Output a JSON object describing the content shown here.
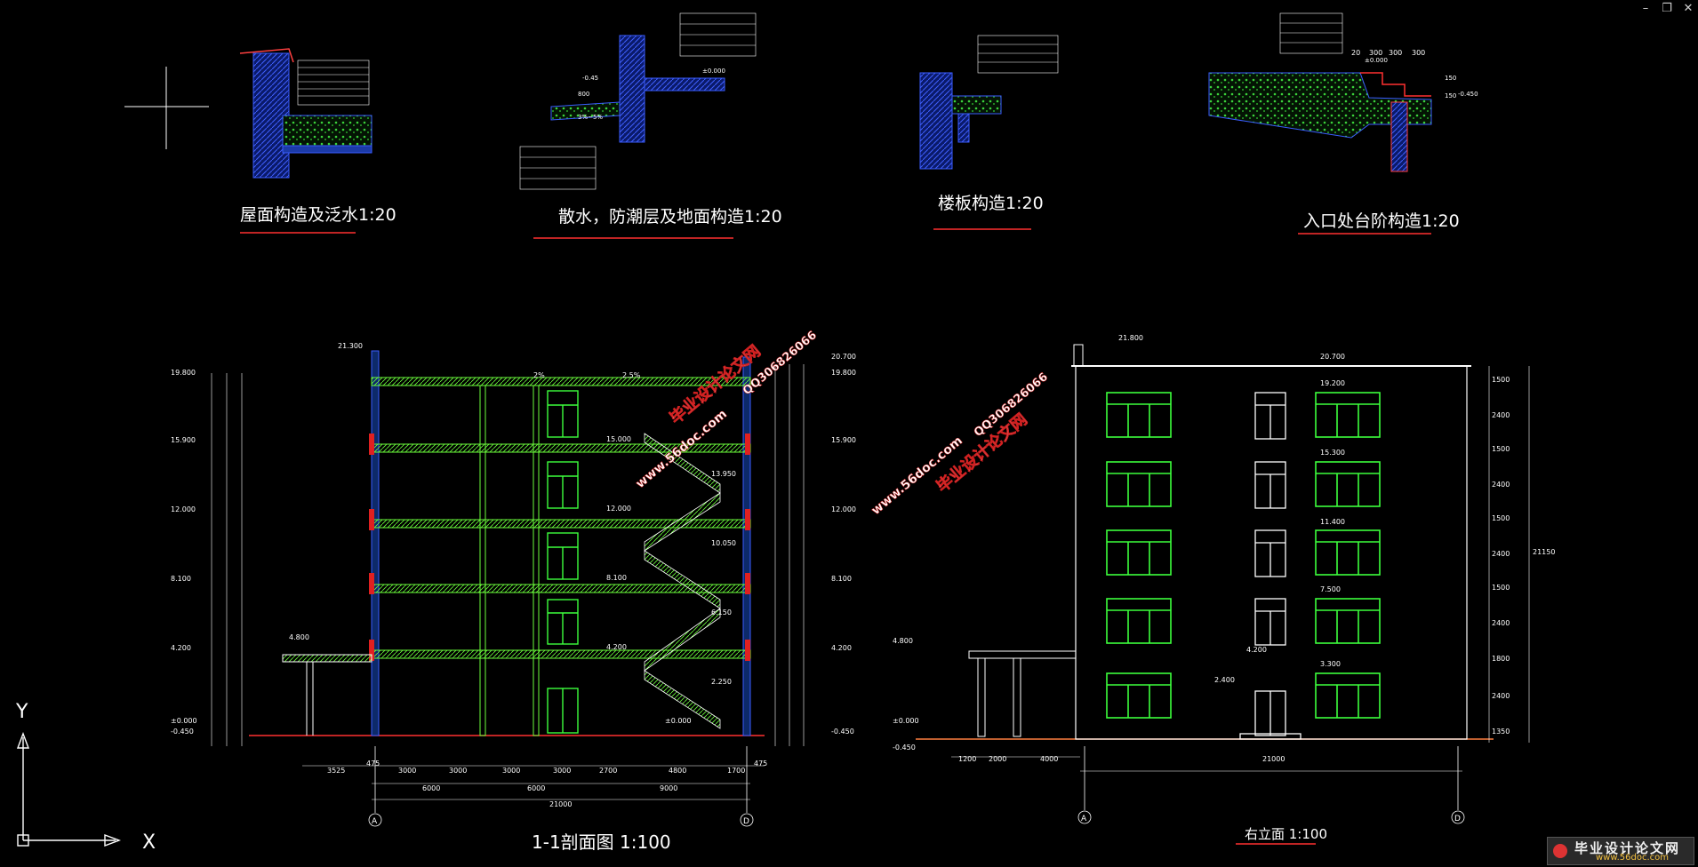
{
  "window": {
    "controls": [
      "–",
      "❐",
      "✕"
    ]
  },
  "details": {
    "roof": {
      "title": "屋面构造及泛水1:20"
    },
    "apron": {
      "title": "散水，防潮层及地面构造1:20",
      "labels": [
        "±0.000",
        "-0.45",
        "800",
        "3%~5%"
      ]
    },
    "floor": {
      "title": "楼板构造1:20"
    },
    "entrance": {
      "title": "入口处台阶构造1:20",
      "labels": [
        "±0.000",
        "-0.450",
        "20",
        "300",
        "300",
        "300",
        "150",
        "150"
      ]
    }
  },
  "section": {
    "title": "1-1剖面图  1:100",
    "left_levels": [
      "19.800",
      "15.900",
      "12.000",
      "8.100",
      "4.200",
      "±0.000",
      "-0.450"
    ],
    "right_levels": [
      "20.700",
      "19.800",
      "15.900",
      "12.000",
      "8.100",
      "4.200",
      "-0.450"
    ],
    "top_level": "21.300",
    "canopy_level": "4.800",
    "stair_levels": [
      "15.000",
      "13.950",
      "12.000",
      "10.050",
      "8.100",
      "6.150",
      "4.200",
      "2.250",
      "±0.000"
    ],
    "roof_slopes": [
      "2%",
      "2.5%"
    ],
    "bottom_dims_1": [
      "3525",
      "475",
      "3000",
      "3000",
      "3000",
      "3000",
      "2700",
      "4800",
      "1700",
      "475"
    ],
    "bottom_dims_2": [
      "6000",
      "6000",
      "9000"
    ],
    "bottom_total": "21000",
    "axes": [
      "A",
      "D"
    ]
  },
  "elevation": {
    "title": "右立面  1:100",
    "top_level": "21.800",
    "parapet_level": "20.700",
    "window_levels": [
      "19.200",
      "15.300",
      "11.400",
      "7.500",
      "3.300"
    ],
    "door_levels": [
      "4.200",
      "2.400"
    ],
    "left_levels": [
      "4.800",
      "±0.000",
      "-0.450"
    ],
    "right_dims": [
      "1500",
      "2400",
      "1500",
      "2400",
      "1500",
      "2400",
      "1500",
      "2400",
      "1800",
      "2400",
      "1350"
    ],
    "right_total": "21150",
    "bottom_dims": [
      "1200",
      "2000",
      "4000"
    ],
    "bottom_total": "21000",
    "axes": [
      "A",
      "D"
    ]
  },
  "watermarks": [
    "毕业设计论文网",
    "www.56doc.com",
    "QQ306826066"
  ],
  "ucs": {
    "x": "X",
    "y": "Y"
  },
  "logo": {
    "main": "毕业设计论文网",
    "url": "www.56doc.com"
  }
}
